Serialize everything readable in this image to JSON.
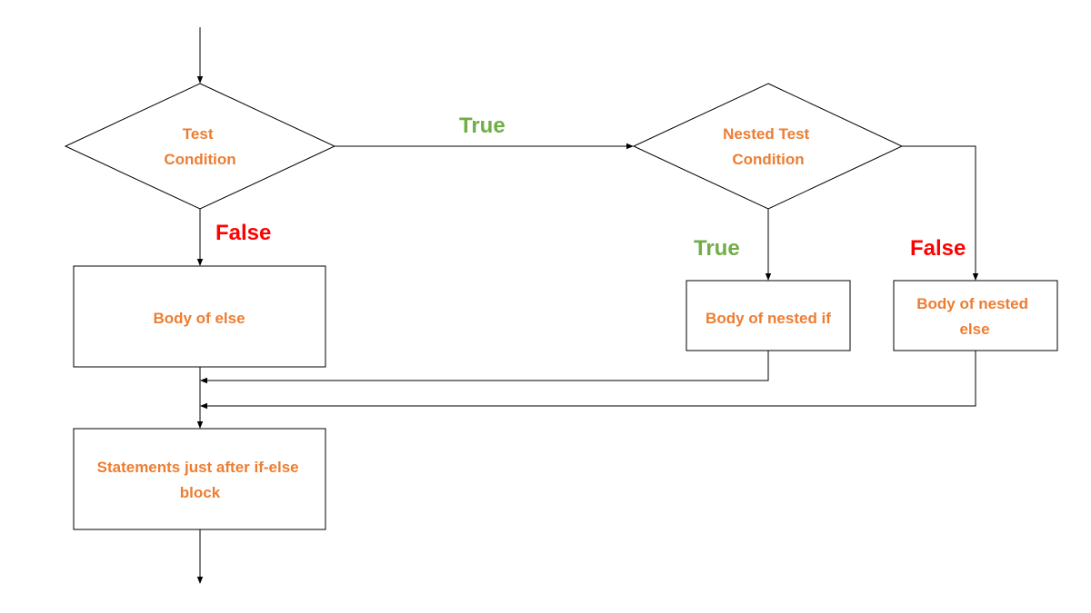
{
  "colors": {
    "node_text": "#ED7D31",
    "true_label": "#70AD47",
    "false_label": "#FF0000",
    "line": "#000000"
  },
  "nodes": {
    "test_condition": [
      "Test",
      "Condition"
    ],
    "nested_test_condition": [
      "Nested Test",
      "Condition"
    ],
    "body_else": [
      "Body of else"
    ],
    "body_nested_if": [
      "Body of nested if"
    ],
    "body_nested_else": [
      "Body of nested",
      "else"
    ],
    "statements_after": [
      "Statements just after if-else",
      "block"
    ]
  },
  "edge_labels": {
    "outer_true": "True",
    "outer_false": "False",
    "nested_true": "True",
    "nested_false": "False"
  }
}
